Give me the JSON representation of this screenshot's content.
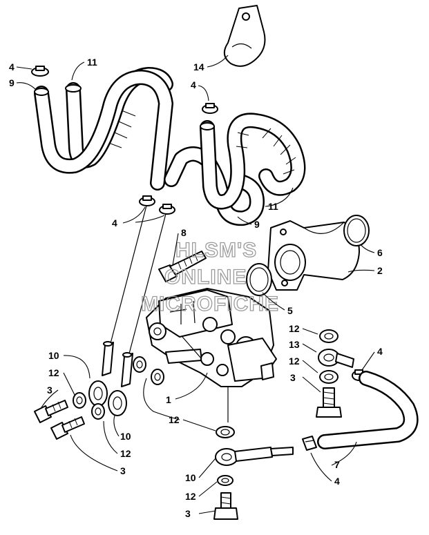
{
  "diagram": {
    "watermark": [
      "HLSM'S",
      "ONLINE",
      "MICROFICHE"
    ],
    "callouts": {
      "c1": "1",
      "c2": "2",
      "c3a": "3",
      "c3b": "3",
      "c3c": "3",
      "c3d": "3",
      "c4a": "4",
      "c4b": "4",
      "c4c": "4",
      "c4d": "4",
      "c4e": "4",
      "c5": "5",
      "c6": "6",
      "c7": "7",
      "c8": "8",
      "c9a": "9",
      "c9b": "9",
      "c10a": "10",
      "c10b": "10",
      "c10c": "10",
      "c11a": "11",
      "c11b": "11",
      "c12a": "12",
      "c12b": "12",
      "c12c": "12",
      "c12d": "12",
      "c12e": "12",
      "c12f": "12",
      "c13": "13",
      "c14": "14"
    }
  }
}
